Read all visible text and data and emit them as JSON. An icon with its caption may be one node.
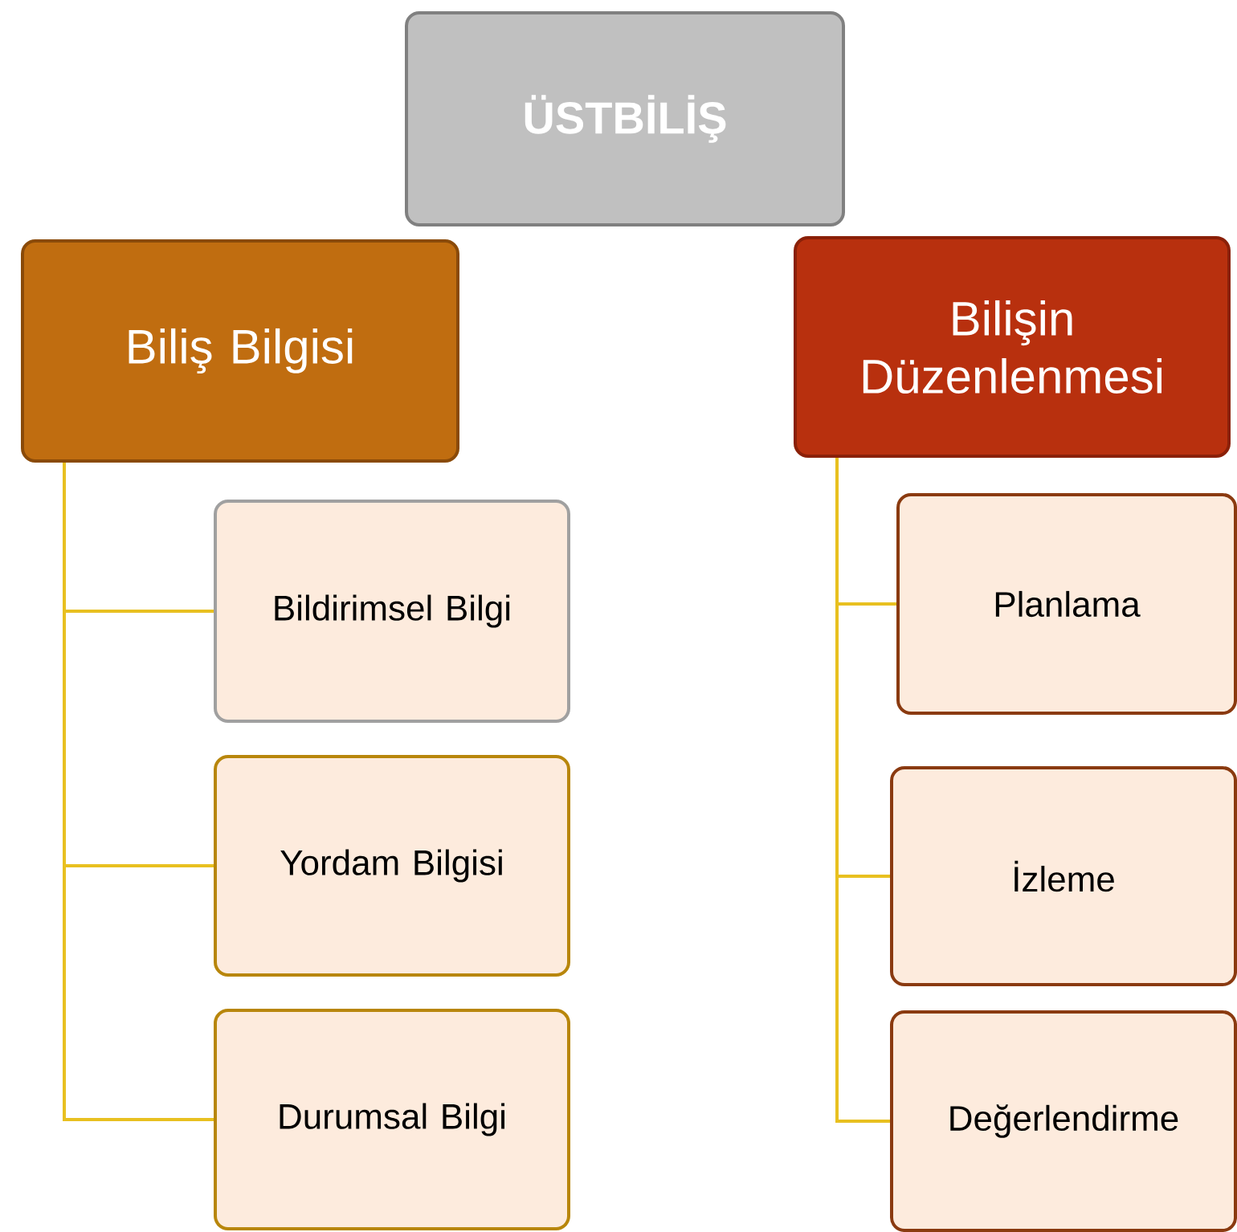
{
  "diagram": {
    "nodes": [
      {
        "text": [
          "ÜSTBİLİŞ"
        ]
      },
      {
        "text": [
          "Biliş Bilgisi"
        ]
      },
      {
        "text": [
          "Bildirimsel Bilgi"
        ]
      },
      {
        "text": [
          "Yordam Bilgisi"
        ]
      },
      {
        "text": [
          "Durumsal Bilgi"
        ]
      },
      {
        "text": [
          "Bilişin Düzenlenmesi"
        ]
      },
      {
        "text": [
          "Planlama"
        ]
      },
      {
        "text": [
          "İzleme"
        ]
      },
      {
        "text": [
          "Değerlendirme"
        ]
      }
    ],
    "edges": [
      {
        "from": 1,
        "to": 2,
        "arrow": "none"
      },
      {
        "from": 1,
        "to": 3,
        "arrow": "none"
      },
      {
        "from": 1,
        "to": 4,
        "arrow": "none"
      },
      {
        "from": 5,
        "to": 6,
        "arrow": "none"
      },
      {
        "from": 5,
        "to": 7,
        "arrow": "none"
      },
      {
        "from": 5,
        "to": 8,
        "arrow": "none"
      }
    ]
  }
}
